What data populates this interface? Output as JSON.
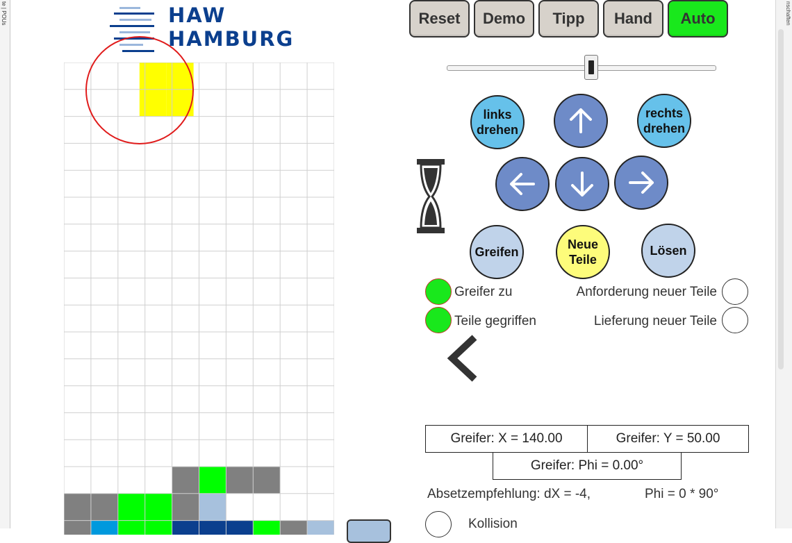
{
  "browser": {
    "left_strip_text": "te | POUs",
    "right_strip_text": "nschaften"
  },
  "logo": {
    "line1": "HAW",
    "line2": "HAMBURG",
    "color": "#0b3f8e",
    "bar_color": "#9bb7dc"
  },
  "toolbar": {
    "buttons": [
      {
        "label": "Reset",
        "active": false
      },
      {
        "label": "Demo",
        "active": false
      },
      {
        "label": "Tipp",
        "active": false
      },
      {
        "label": "Hand",
        "active": false
      },
      {
        "label": "Auto",
        "active": true
      }
    ]
  },
  "slider": {
    "value": 0.54
  },
  "board": {
    "columns": 10,
    "visible_rows": 18,
    "active_piece": {
      "shape": "O",
      "color": "#ffff00",
      "cells": [
        [
          2,
          0
        ],
        [
          3,
          0
        ],
        [
          2,
          1
        ],
        [
          3,
          1
        ]
      ]
    },
    "filled_rows": [
      {
        "row": 15,
        "cells": [
          "",
          "",
          "",
          "",
          "#808080",
          "#00ff00",
          "#808080",
          "#808080",
          "",
          ""
        ]
      },
      {
        "row": 16,
        "cells": [
          "#808080",
          "#808080",
          "#00ff00",
          "#00ff00",
          "#808080",
          "#a7c1dd",
          "",
          "",
          "",
          ""
        ]
      },
      {
        "row": 17,
        "cells": [
          "#808080",
          "#0099dd",
          "#00ff00",
          "#00ff00",
          "#0b3f8e",
          "#0b3f8e",
          "#0b3f8e",
          "#00ff00",
          "#808080",
          "#a7c1dd"
        ]
      }
    ]
  },
  "controls": {
    "rotate_left": "links drehen",
    "rotate_right": "rechts drehen",
    "up": "arrow-up-icon",
    "left": "arrow-left-icon",
    "down": "arrow-down-icon",
    "right": "arrow-right-icon",
    "grab": "Greifen",
    "new_parts": "Neue Teile",
    "release": "Lösen"
  },
  "status": {
    "gripper_closed": {
      "label": "Greifer zu",
      "on": true
    },
    "parts_gripped": {
      "label": "Teile gegriffen",
      "on": true
    },
    "request_new_parts": {
      "label": "Anforderung neuer Teile",
      "on": false
    },
    "delivery_new_parts": {
      "label": "Lieferung neuer Teile",
      "on": false
    },
    "collision": {
      "label": "Kollision",
      "on": false
    }
  },
  "readouts": {
    "x": "Greifer: X = 140.00",
    "y": "Greifer: Y = 50.00",
    "phi": "Greifer: Phi = 0.00°",
    "recommendation_dx": "Absetzempfehlung: dX = -4,",
    "recommendation_phi": "Phi = 0 * 90°"
  },
  "colors": {
    "button_face": "#d7d2cb",
    "auto_active": "#19e81c",
    "indicator_on": "#19e81c",
    "cyan_button": "#66c1ea",
    "blue_button": "#6e8bc8",
    "pale_button": "#c0d3ea",
    "yellow_button": "#fdfc7b"
  }
}
